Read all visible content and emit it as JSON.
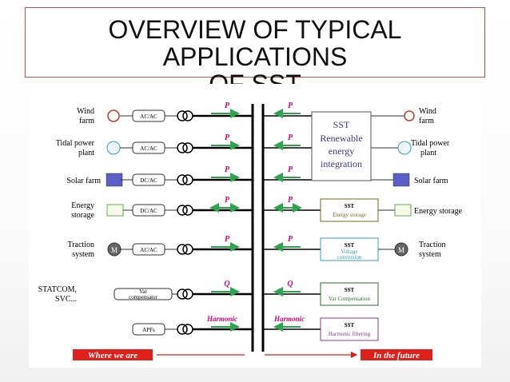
{
  "title": {
    "line1": "OVERVIEW OF TYPICAL APPLICATIONS",
    "line2": "OF SST"
  },
  "left": {
    "sources": [
      "Wind farm",
      "Tidal power plant",
      "Solar farm",
      "Energy storage",
      "Traction system",
      "STATCOM, SVC...",
      ""
    ],
    "converters": [
      "AC/AC",
      "AC/AC",
      "DC/AC",
      "DC/AC",
      "AC/AC",
      "Var compensator",
      "APFs"
    ],
    "flow_labels": [
      "P",
      "P",
      "P",
      "P",
      "P",
      "Q",
      "Harmonic"
    ]
  },
  "right": {
    "flow_labels": [
      "P",
      "P",
      "P",
      "P",
      "P",
      "Q",
      "Harmonic"
    ],
    "sst_renewable": [
      "SST",
      "Renewable",
      "energy",
      "integration"
    ],
    "sst_boxes": [
      {
        "title": "SST",
        "label": "Energy storage",
        "color": "#7a6a1a"
      },
      {
        "title": "SST",
        "label": "Voltage conversion",
        "color": "#3aa0b0"
      },
      {
        "title": "SST",
        "label": "Var Compensation",
        "color": "#2e6d2e"
      },
      {
        "title": "SST",
        "label": "Harmonic filtering",
        "color": "#7b3a8c"
      }
    ],
    "sinks": [
      "Wind farm",
      "Tidal power plant",
      "Solar farm",
      "Energy storage",
      "Traction system"
    ]
  },
  "timeline": {
    "left": "Where we are",
    "right": "In the future"
  },
  "colors": {
    "arrow": "#2ea44f",
    "flow": "#d6006e",
    "timeline": "#e0201b",
    "border": "#c0504d"
  }
}
